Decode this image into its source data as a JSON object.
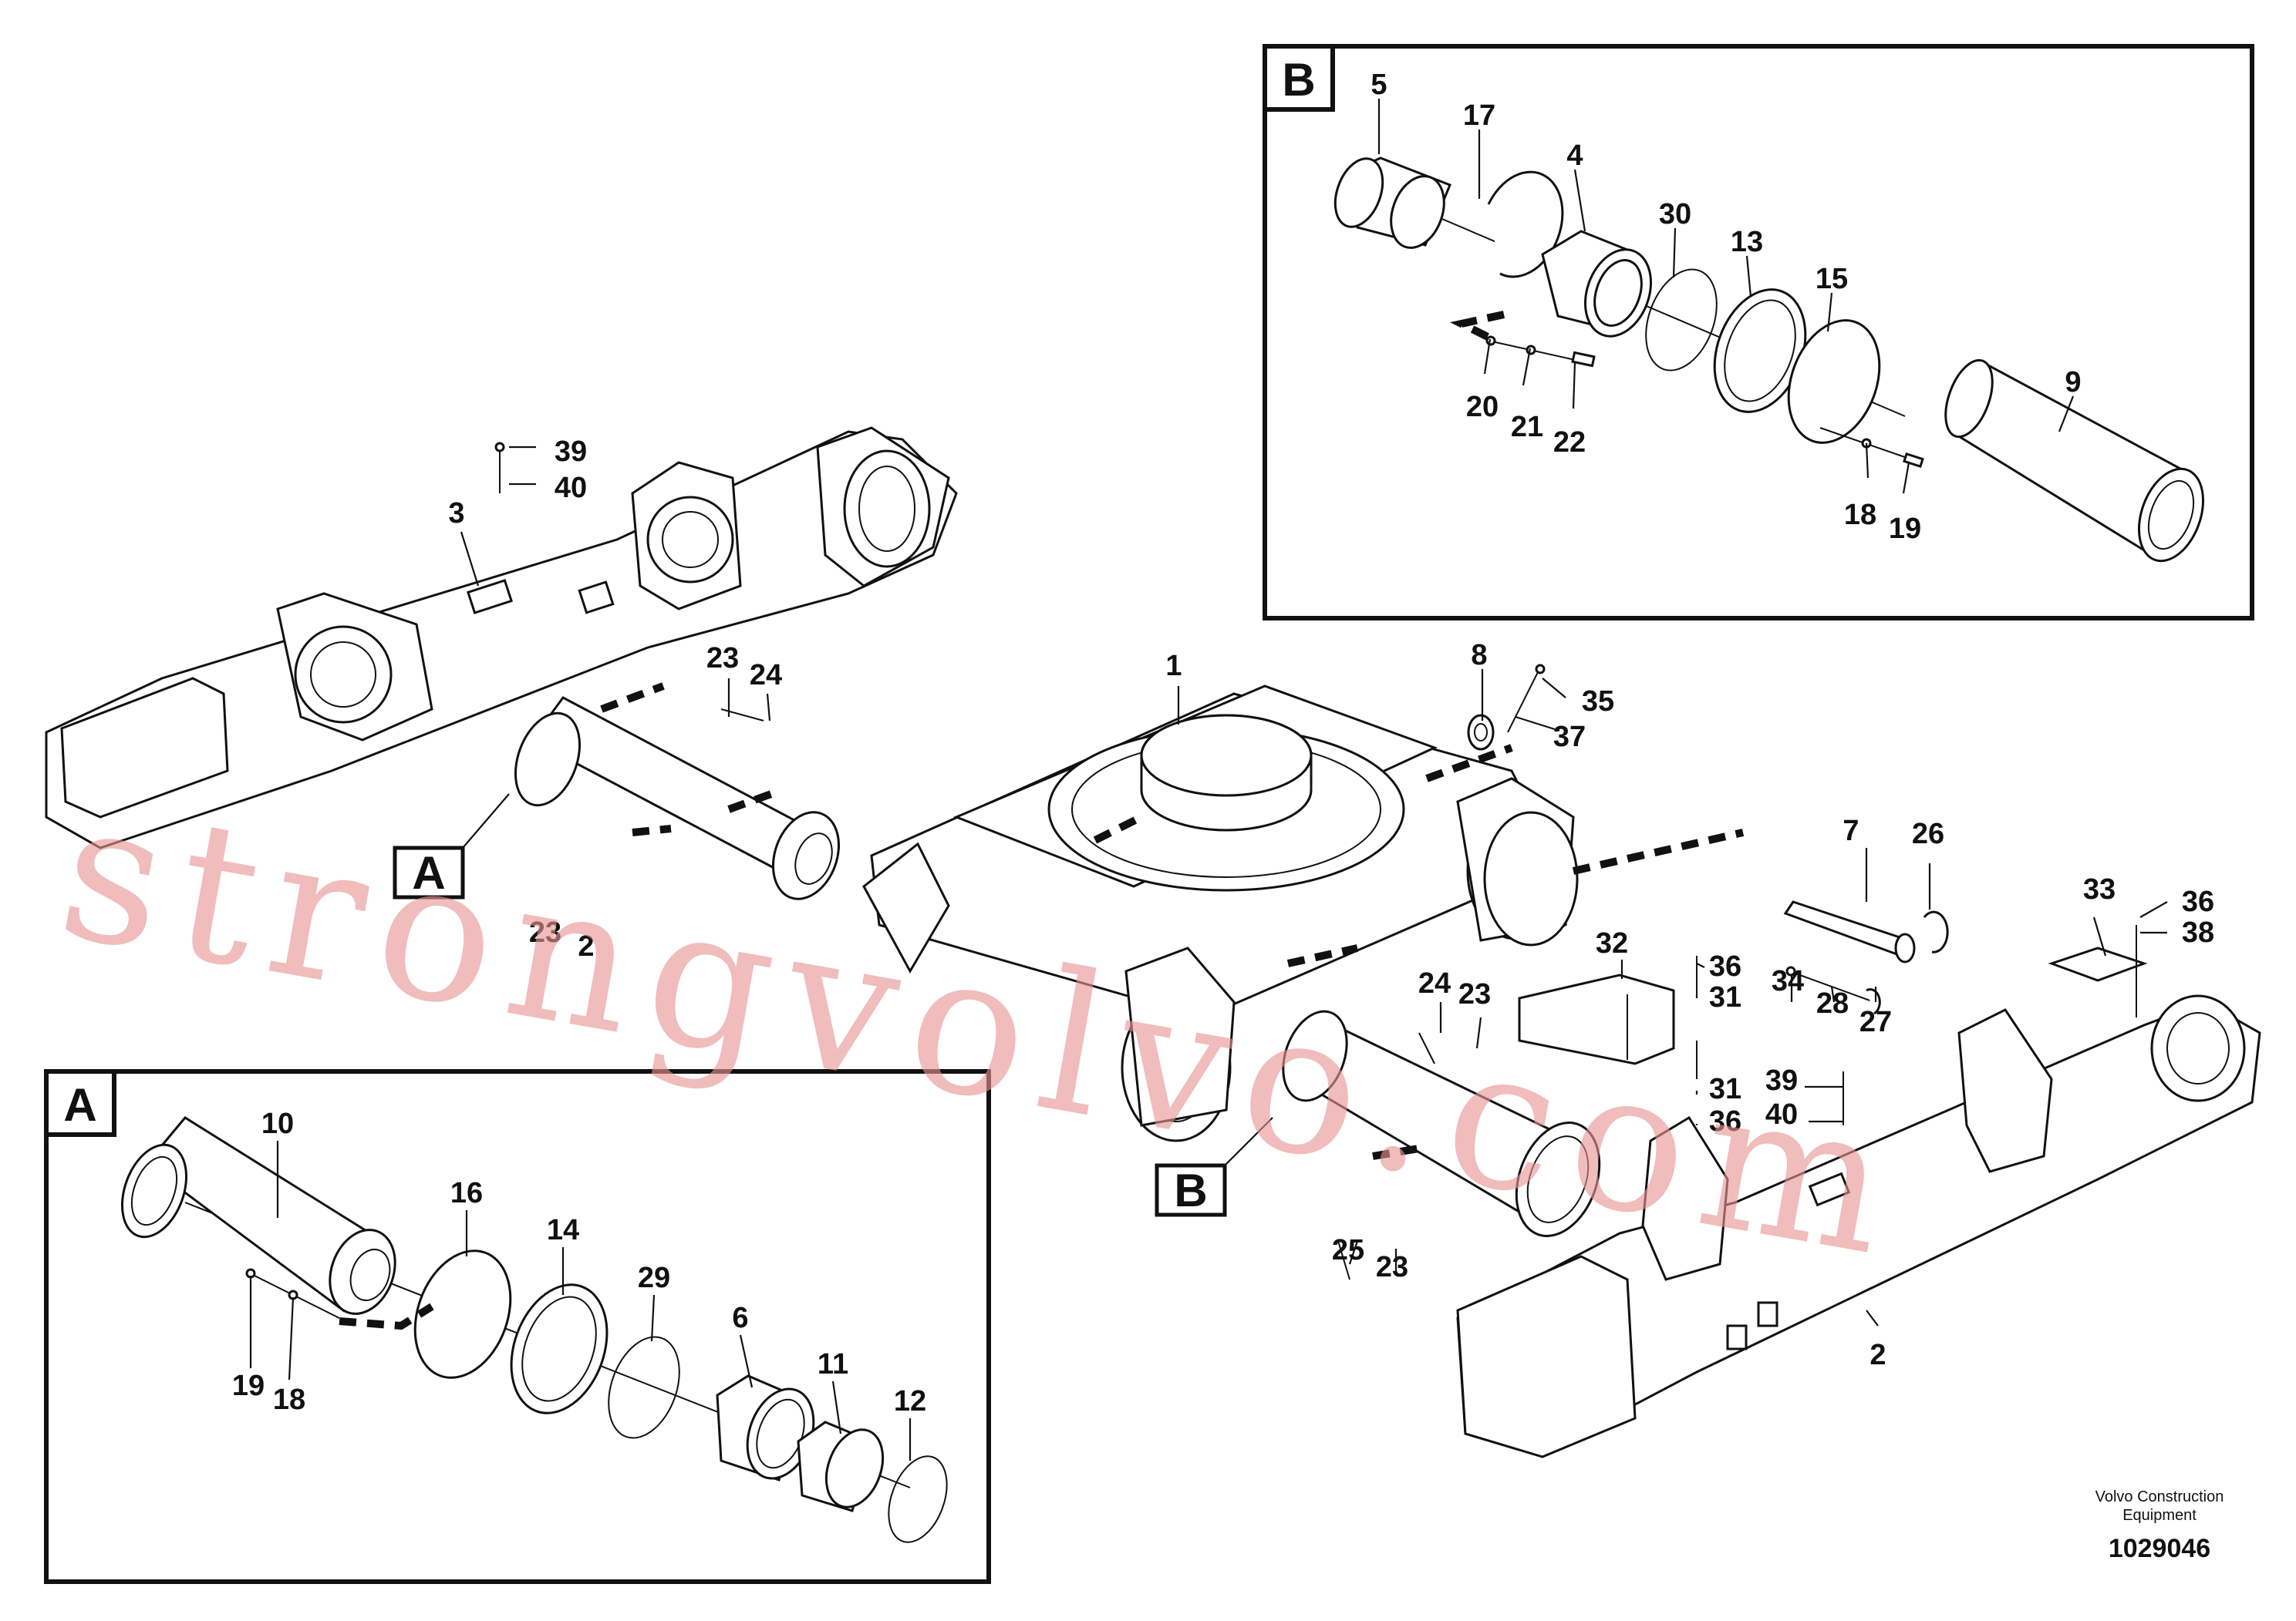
{
  "detail_boxes": [
    {
      "label": "B",
      "parts": [
        "5",
        "17",
        "4",
        "30",
        "13",
        "15",
        "9",
        "20",
        "21",
        "22",
        "18",
        "19"
      ]
    },
    {
      "label": "A",
      "parts": [
        "10",
        "16",
        "14",
        "29",
        "6",
        "11",
        "12",
        "19",
        "18"
      ]
    }
  ],
  "main_callouts": [
    "39",
    "40",
    "3",
    "23",
    "24",
    "1",
    "8",
    "35",
    "37",
    "7",
    "26",
    "33",
    "36",
    "38",
    "32",
    "36",
    "31",
    "24",
    "23",
    "34",
    "28",
    "27",
    "31",
    "36",
    "39",
    "40",
    "25",
    "23",
    "2",
    "23",
    "2"
  ],
  "view_markers": [
    "A",
    "B"
  ],
  "watermark": "strongvolvo.com",
  "footer": {
    "publisher_line1": "Volvo Construction",
    "publisher_line2": "Equipment",
    "figure_number": "1029046"
  }
}
